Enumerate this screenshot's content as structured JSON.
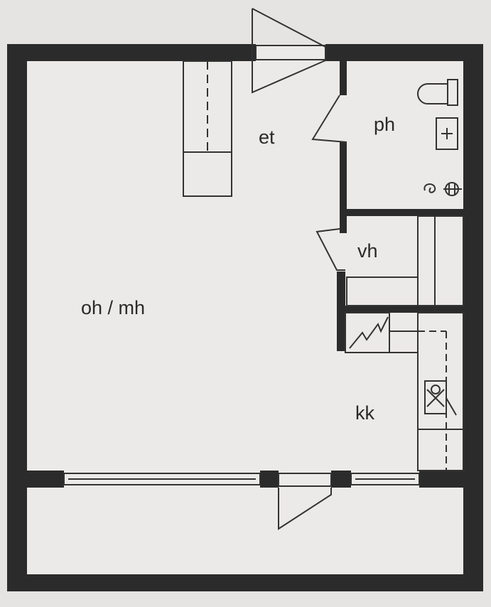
{
  "rooms": {
    "entry": "et",
    "bathroom": "ph",
    "closet": "vh",
    "living_bedroom": "oh / mh",
    "kitchen": "kk"
  },
  "colors": {
    "paper": "#e6e4e2",
    "floor": "#eceae8",
    "wall": "#2b2b2b",
    "line": "#333333"
  }
}
